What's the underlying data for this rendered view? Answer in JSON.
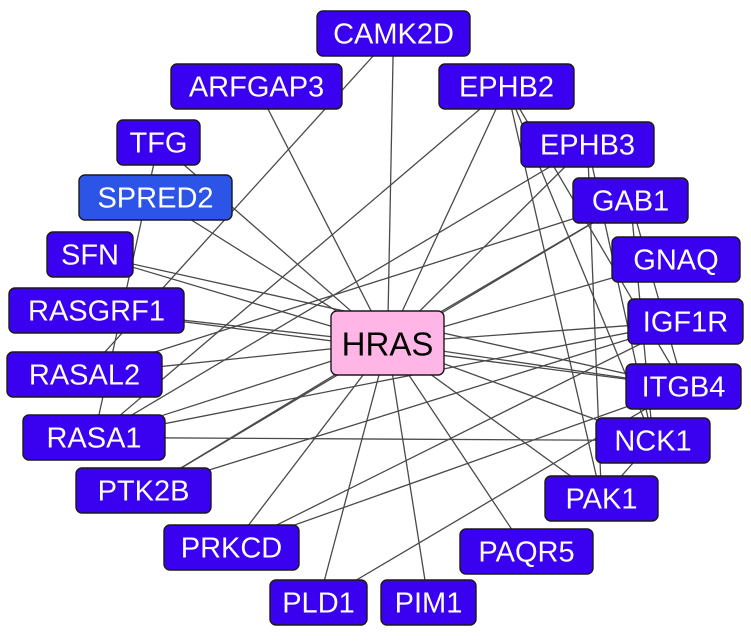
{
  "colors": {
    "gene_fill": "#3a00f0",
    "highlight_fill": "#2c55e8",
    "hub_fill": "#ffb6e6",
    "gene_text": "#ffffff",
    "hub_text": "#000000",
    "edge": "#4a4a4a"
  },
  "hub": {
    "label": "HRAS"
  },
  "nodes": [
    {
      "id": "CAMK2D",
      "label": "CAMK2D"
    },
    {
      "id": "ARFGAP3",
      "label": "ARFGAP3"
    },
    {
      "id": "EPHB2",
      "label": "EPHB2"
    },
    {
      "id": "TFG",
      "label": "TFG"
    },
    {
      "id": "EPHB3",
      "label": "EPHB3"
    },
    {
      "id": "SPRED2",
      "label": "SPRED2",
      "highlight": true
    },
    {
      "id": "GAB1",
      "label": "GAB1"
    },
    {
      "id": "SFN",
      "label": "SFN"
    },
    {
      "id": "GNAQ",
      "label": "GNAQ"
    },
    {
      "id": "RASGRF1",
      "label": "RASGRF1"
    },
    {
      "id": "IGF1R",
      "label": "IGF1R"
    },
    {
      "id": "RASAL2",
      "label": "RASAL2"
    },
    {
      "id": "ITGB4",
      "label": "ITGB4"
    },
    {
      "id": "RASA1",
      "label": "RASA1"
    },
    {
      "id": "NCK1",
      "label": "NCK1"
    },
    {
      "id": "PTK2B",
      "label": "PTK2B"
    },
    {
      "id": "PAK1",
      "label": "PAK1"
    },
    {
      "id": "PRKCD",
      "label": "PRKCD"
    },
    {
      "id": "PAQR5",
      "label": "PAQR5"
    },
    {
      "id": "PLD1",
      "label": "PLD1"
    },
    {
      "id": "PIM1",
      "label": "PIM1"
    }
  ],
  "edges": [
    [
      "HRAS",
      "CAMK2D"
    ],
    [
      "HRAS",
      "ARFGAP3"
    ],
    [
      "HRAS",
      "EPHB2"
    ],
    [
      "HRAS",
      "TFG"
    ],
    [
      "HRAS",
      "EPHB3"
    ],
    [
      "HRAS",
      "SPRED2"
    ],
    [
      "HRAS",
      "GAB1"
    ],
    [
      "HRAS",
      "SFN"
    ],
    [
      "HRAS",
      "GNAQ"
    ],
    [
      "HRAS",
      "RASGRF1"
    ],
    [
      "HRAS",
      "IGF1R"
    ],
    [
      "HRAS",
      "RASAL2"
    ],
    [
      "HRAS",
      "ITGB4"
    ],
    [
      "HRAS",
      "RASA1"
    ],
    [
      "HRAS",
      "NCK1"
    ],
    [
      "HRAS",
      "PTK2B"
    ],
    [
      "HRAS",
      "PAK1"
    ],
    [
      "HRAS",
      "PRKCD"
    ],
    [
      "HRAS",
      "PAQR5"
    ],
    [
      "HRAS",
      "PLD1"
    ],
    [
      "HRAS",
      "PIM1"
    ],
    [
      "CAMK2D",
      "RASAL2"
    ],
    [
      "TFG",
      "RASA1"
    ],
    [
      "EPHB2",
      "RASA1"
    ],
    [
      "EPHB2",
      "NCK1"
    ],
    [
      "EPHB2",
      "PAK1"
    ],
    [
      "EPHB2",
      "ITGB4"
    ],
    [
      "EPHB3",
      "RASA1"
    ],
    [
      "EPHB3",
      "PAK1"
    ],
    [
      "EPHB3",
      "NCK1"
    ],
    [
      "GAB1",
      "PTK2B"
    ],
    [
      "GAB1",
      "RASAL2"
    ],
    [
      "GAB1",
      "ITGB4"
    ],
    [
      "GAB1",
      "NCK1"
    ],
    [
      "SFN",
      "ITGB4"
    ],
    [
      "RASGRF1",
      "ITGB4"
    ],
    [
      "RASA1",
      "NCK1"
    ],
    [
      "IGF1R",
      "RASA1"
    ],
    [
      "IGF1R",
      "PRKCD"
    ],
    [
      "IGF1R",
      "PTK2B"
    ],
    [
      "ITGB4",
      "PRKCD"
    ],
    [
      "ITGB4",
      "PLD1"
    ],
    [
      "NCK1",
      "PAK1"
    ]
  ]
}
